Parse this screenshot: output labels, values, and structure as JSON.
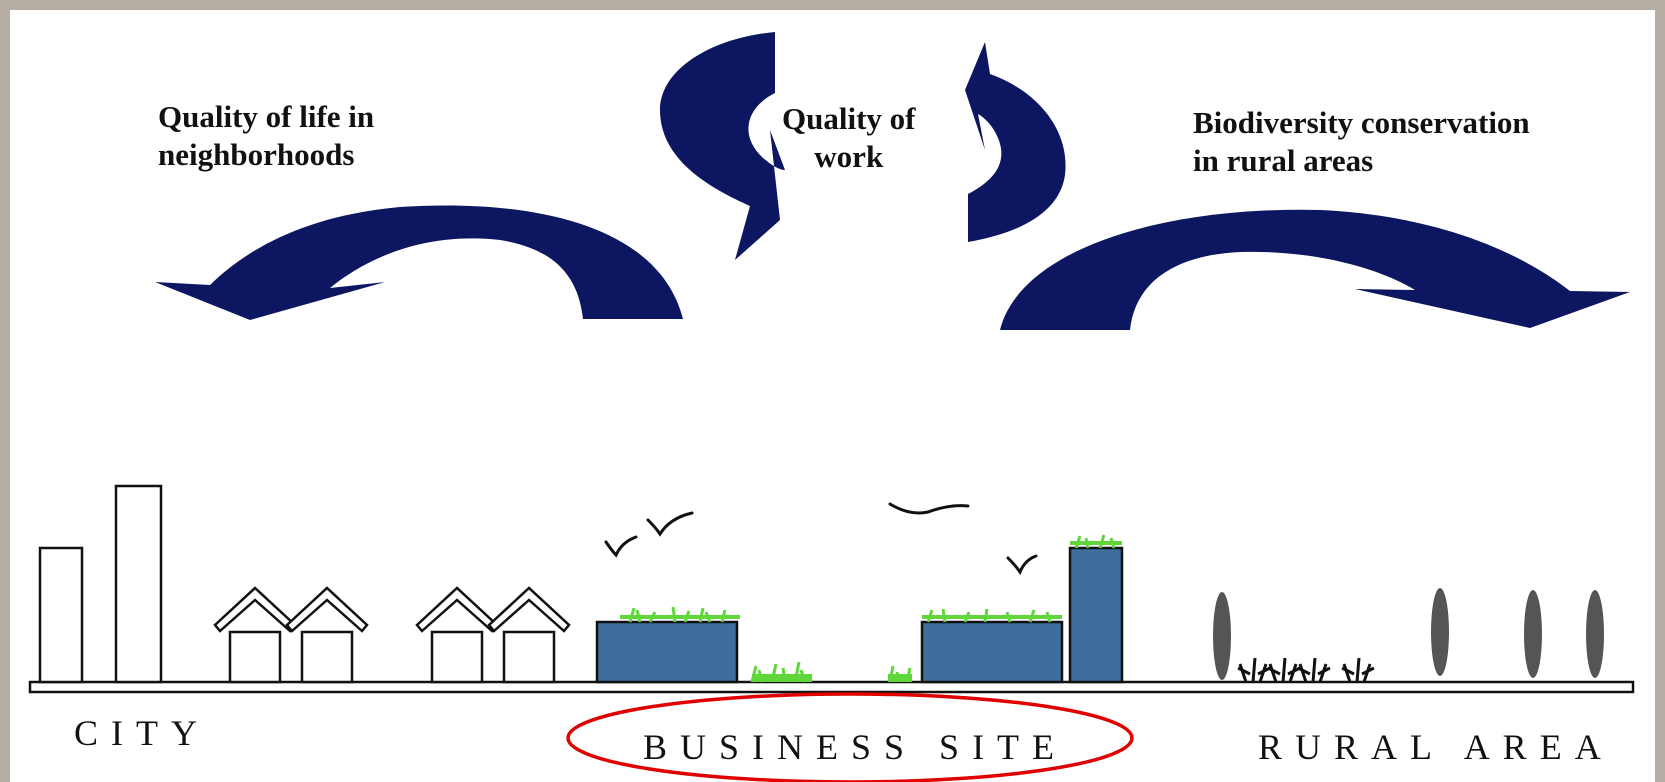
{
  "labels": {
    "quality_life": "Quality of life in\nneighborhoods",
    "quality_work": "Quality of\nwork",
    "biodiversity": "Biodiversity conservation\nin rural areas"
  },
  "areas": {
    "city": "CITY",
    "business": "BUSINESS SITE",
    "rural": "RURAL AREA"
  },
  "colors": {
    "arrow": "#0d1660",
    "building_blue": "#3d6e9c",
    "grass": "#5fd63a",
    "tree": "#555555",
    "highlight": "#e00000"
  },
  "icons": [
    "arrow-left-icon",
    "arrow-cycle-icon",
    "arrow-right-icon",
    "bird-icon",
    "tree-icon",
    "bush-icon"
  ]
}
